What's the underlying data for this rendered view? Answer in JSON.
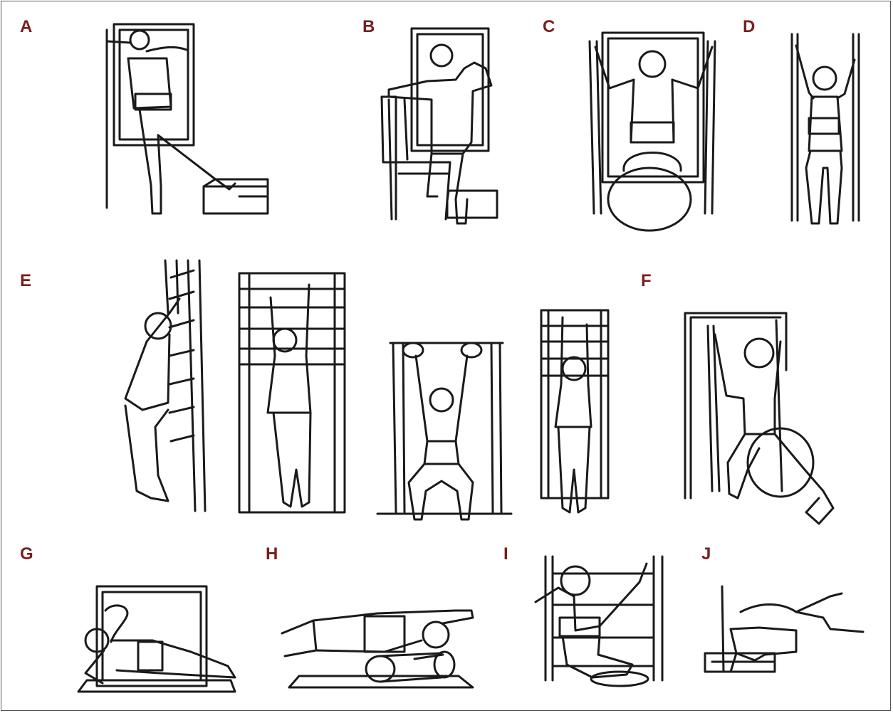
{
  "figure": {
    "label_color": "#7a1f1f",
    "line_color": "#1a1a1a",
    "panels": [
      {
        "id": "A",
        "label": "A",
        "icon": "standing-leg-raise-at-door-frame"
      },
      {
        "id": "B",
        "label": "B",
        "icon": "kneeling-on-chair-stretch-at-door-frame"
      },
      {
        "id": "C",
        "label": "C",
        "icon": "sitting-on-ball-holding-poles"
      },
      {
        "id": "D",
        "label": "D",
        "icon": "standing-holding-two-poles"
      },
      {
        "id": "E",
        "label": "E",
        "icon": "hanging-on-wall-bars-sequence"
      },
      {
        "id": "F",
        "label": "F",
        "icon": "lunge-on-ball-holding-poles"
      },
      {
        "id": "G",
        "label": "G",
        "icon": "side-plank-on-mat"
      },
      {
        "id": "H",
        "label": "H",
        "icon": "side-lying-on-foam-roller"
      },
      {
        "id": "I",
        "label": "I",
        "icon": "kneeling-on-disc-at-wall-bars"
      },
      {
        "id": "J",
        "label": "J",
        "icon": "kneeling-leg-extension-at-wall"
      }
    ]
  }
}
